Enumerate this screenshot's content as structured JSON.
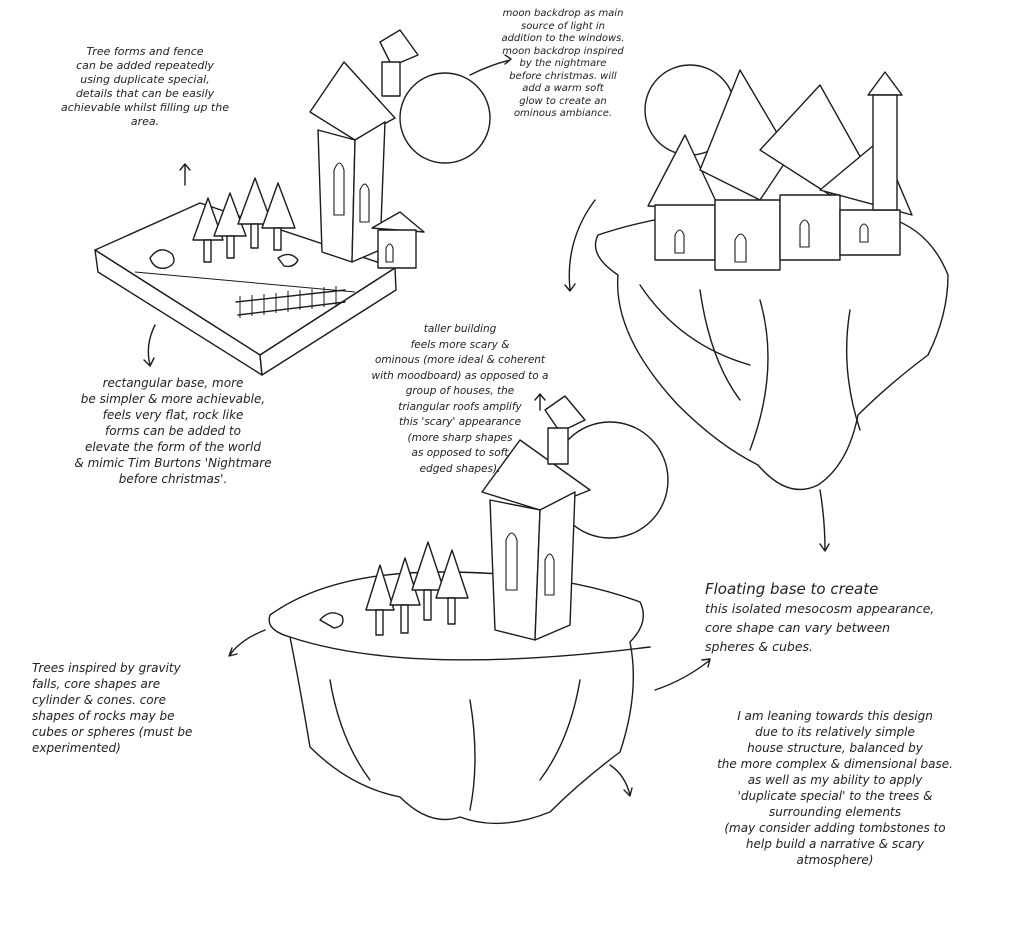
{
  "notes": {
    "tree_forms": [
      "Tree forms and fence",
      "can be added repeatedly",
      "using duplicate special,",
      "details that can be easily",
      "achievable whilst filling up the",
      "area."
    ],
    "moon_backdrop": [
      "moon backdrop as main",
      "source of light in",
      "addition to the windows.",
      "moon backdrop inspired",
      "by the nightmare",
      "before christmas. will",
      "add a warm soft",
      "glow to create an",
      "ominous ambiance."
    ],
    "rectangular_base": [
      "rectangular base, more",
      "be simpler & more achievable,",
      "feels very flat, rock like",
      "forms can be added to",
      "elevate the form of the world",
      "& mimic Tim Burtons 'Nightmare",
      "before christmas'."
    ],
    "taller_building": [
      "taller building",
      "feels more scary &",
      "ominous (more ideal & coherent",
      "with moodboard) as opposed to a",
      "group of houses, the",
      "triangular roofs amplify",
      "this 'scary' appearance",
      "(more sharp shapes",
      "as opposed to soft",
      "edged shapes)."
    ],
    "floating_base": [
      "Floating base to create",
      "this isolated mesocosm appearance,",
      "core shape can vary between",
      "spheres & cubes."
    ],
    "trees_inspired": [
      "Trees inspired by gravity",
      "falls, core shapes are",
      "cylinder & cones. core",
      "shapes of rocks may be",
      "cubes or spheres (must be",
      "experimented)"
    ],
    "leaning_towards": [
      "I am leaning towards this design",
      "due to its relatively simple",
      "house structure, balanced by",
      "the more complex & dimensional base.",
      "as well as my ability to apply",
      "'duplicate special' to the trees &",
      "surrounding elements",
      "(may consider adding tombstones to",
      "help build a narrative & scary",
      "atmosphere)"
    ]
  }
}
